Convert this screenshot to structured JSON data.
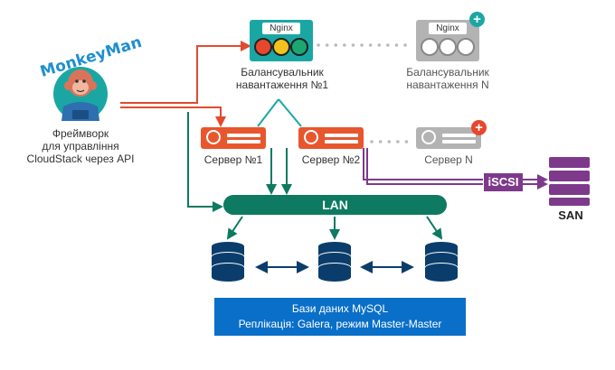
{
  "monkeyman": {
    "logo_text": "MonkeyMan",
    "caption_line1": "Фреймворк",
    "caption_line2": "для управління",
    "caption_line3": "CloudStack через API"
  },
  "balancer1": {
    "tag": "Nginx",
    "label_line1": "Балансувальник",
    "label_line2": "навантаження №1"
  },
  "balancerN": {
    "tag": "Nginx",
    "label_line1": "Балансувальник",
    "label_line2": "навантаження N"
  },
  "servers": {
    "s1": "Сервер №1",
    "s2": "Сервер №2",
    "sN": "Сервер N"
  },
  "network": {
    "lan": "LAN",
    "iscsi": "iSCSI",
    "san": "SAN"
  },
  "databases": {
    "line1": "Бази даних MySQL",
    "line2": "Реплікація: Galera, режим Master-Master"
  },
  "colors": {
    "red_link": "#e24b2e",
    "green_link": "#0d7a61",
    "purple_link": "#7d3a8b",
    "teal": "#1aa7a4",
    "server_orange": "#e8562e",
    "inactive_gray": "#b3b3b3",
    "plus_red": "#e8462e",
    "db_navy": "#0a3d6b",
    "db_panel_blue": "#0a6fc8"
  },
  "icons": {
    "plus": "+",
    "lights": [
      "red-light-icon",
      "yellow-light-icon",
      "green-light-icon"
    ],
    "server": "server-icon",
    "database": "database-icon",
    "storage": "san-storage-icon"
  }
}
